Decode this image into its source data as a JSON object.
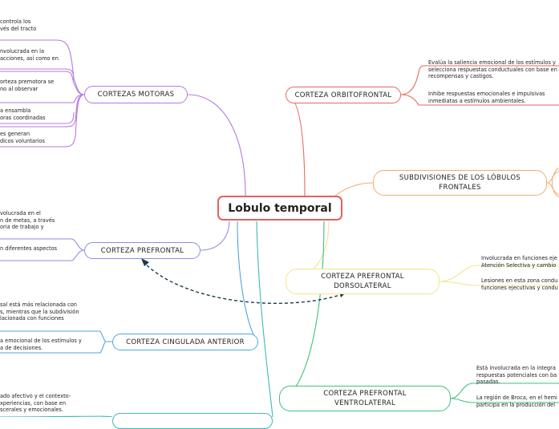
{
  "central": {
    "title": "Lobulo temporal"
  },
  "branches": {
    "cortezas_motoras": {
      "label": "CORTEZAS MOTORAS",
      "color": "#b678e0",
      "leaves": [
        "controla los\nvés del tracto",
        "nvolucrada en la\nacciones, así como en",
        "orteza premotora se\nno al observar",
        "a ensambla\noras coordinadas",
        "es generan\ndicos voluntarios"
      ]
    },
    "corteza_prefrontal": {
      "label": "CORTEZA PREFRONTAL",
      "color": "#8e8de6",
      "leaves": [
        "volucrada en el\nn de metas, a través\noria de trabajo y",
        "n diferentes aspectos"
      ]
    },
    "corteza_cingulada": {
      "label": "CORTEZA CINGULADA ANTERIOR",
      "color": "#4ea7dc",
      "leaves": [
        "sal está más relacionada con\ns, mientras que la subdivisión\nlacionada con funciones",
        "a emocional de los estímulos y\na de decisiones."
      ]
    },
    "bottom_left": {
      "color": "#3fb8b8",
      "leaves": [
        "ado afectivo y el contexto-\nxperiencias, con base en\nscerales y emocionales."
      ]
    },
    "corteza_orbitofrontal": {
      "label": "CORTEZA ORBITOFRONTAL",
      "color": "#e56a5c",
      "leaves": [
        "Evalúa la saliencia emocional de los estímulos y\nselecciona respuestas conductuales con base en\nrecompensas y castigos.",
        "Inhibe respuestas emocionales e impulsivas\ninmediatas a estímulos ambientales."
      ]
    },
    "subdivisiones": {
      "label": "SUBDIVISIONES DE LOS LÓBULOS\nFRONTALES",
      "color": "#f3ad73"
    },
    "prefrontal_dorsolateral": {
      "label": "CORTEZA PREFRONTAL\nDORSOLATERAL",
      "color": "#f2e48a",
      "leaves": [
        "Involucrada en funciones eje\nAtención Selectiva y cambio",
        "Lesiones en esta zona condu\nfunciones ejecutivas y condu"
      ]
    },
    "prefrontal_ventrolateral": {
      "label": "CORTEZA PREFRONTAL\nVENTROLATERAL",
      "color": "#3cc27e",
      "leaves": [
        "Está involucrada en la integra\nrespuestas potenciales con ba\npasadas.",
        "La región de Broca, en el hemi\nparticipa en la producción del"
      ]
    }
  }
}
